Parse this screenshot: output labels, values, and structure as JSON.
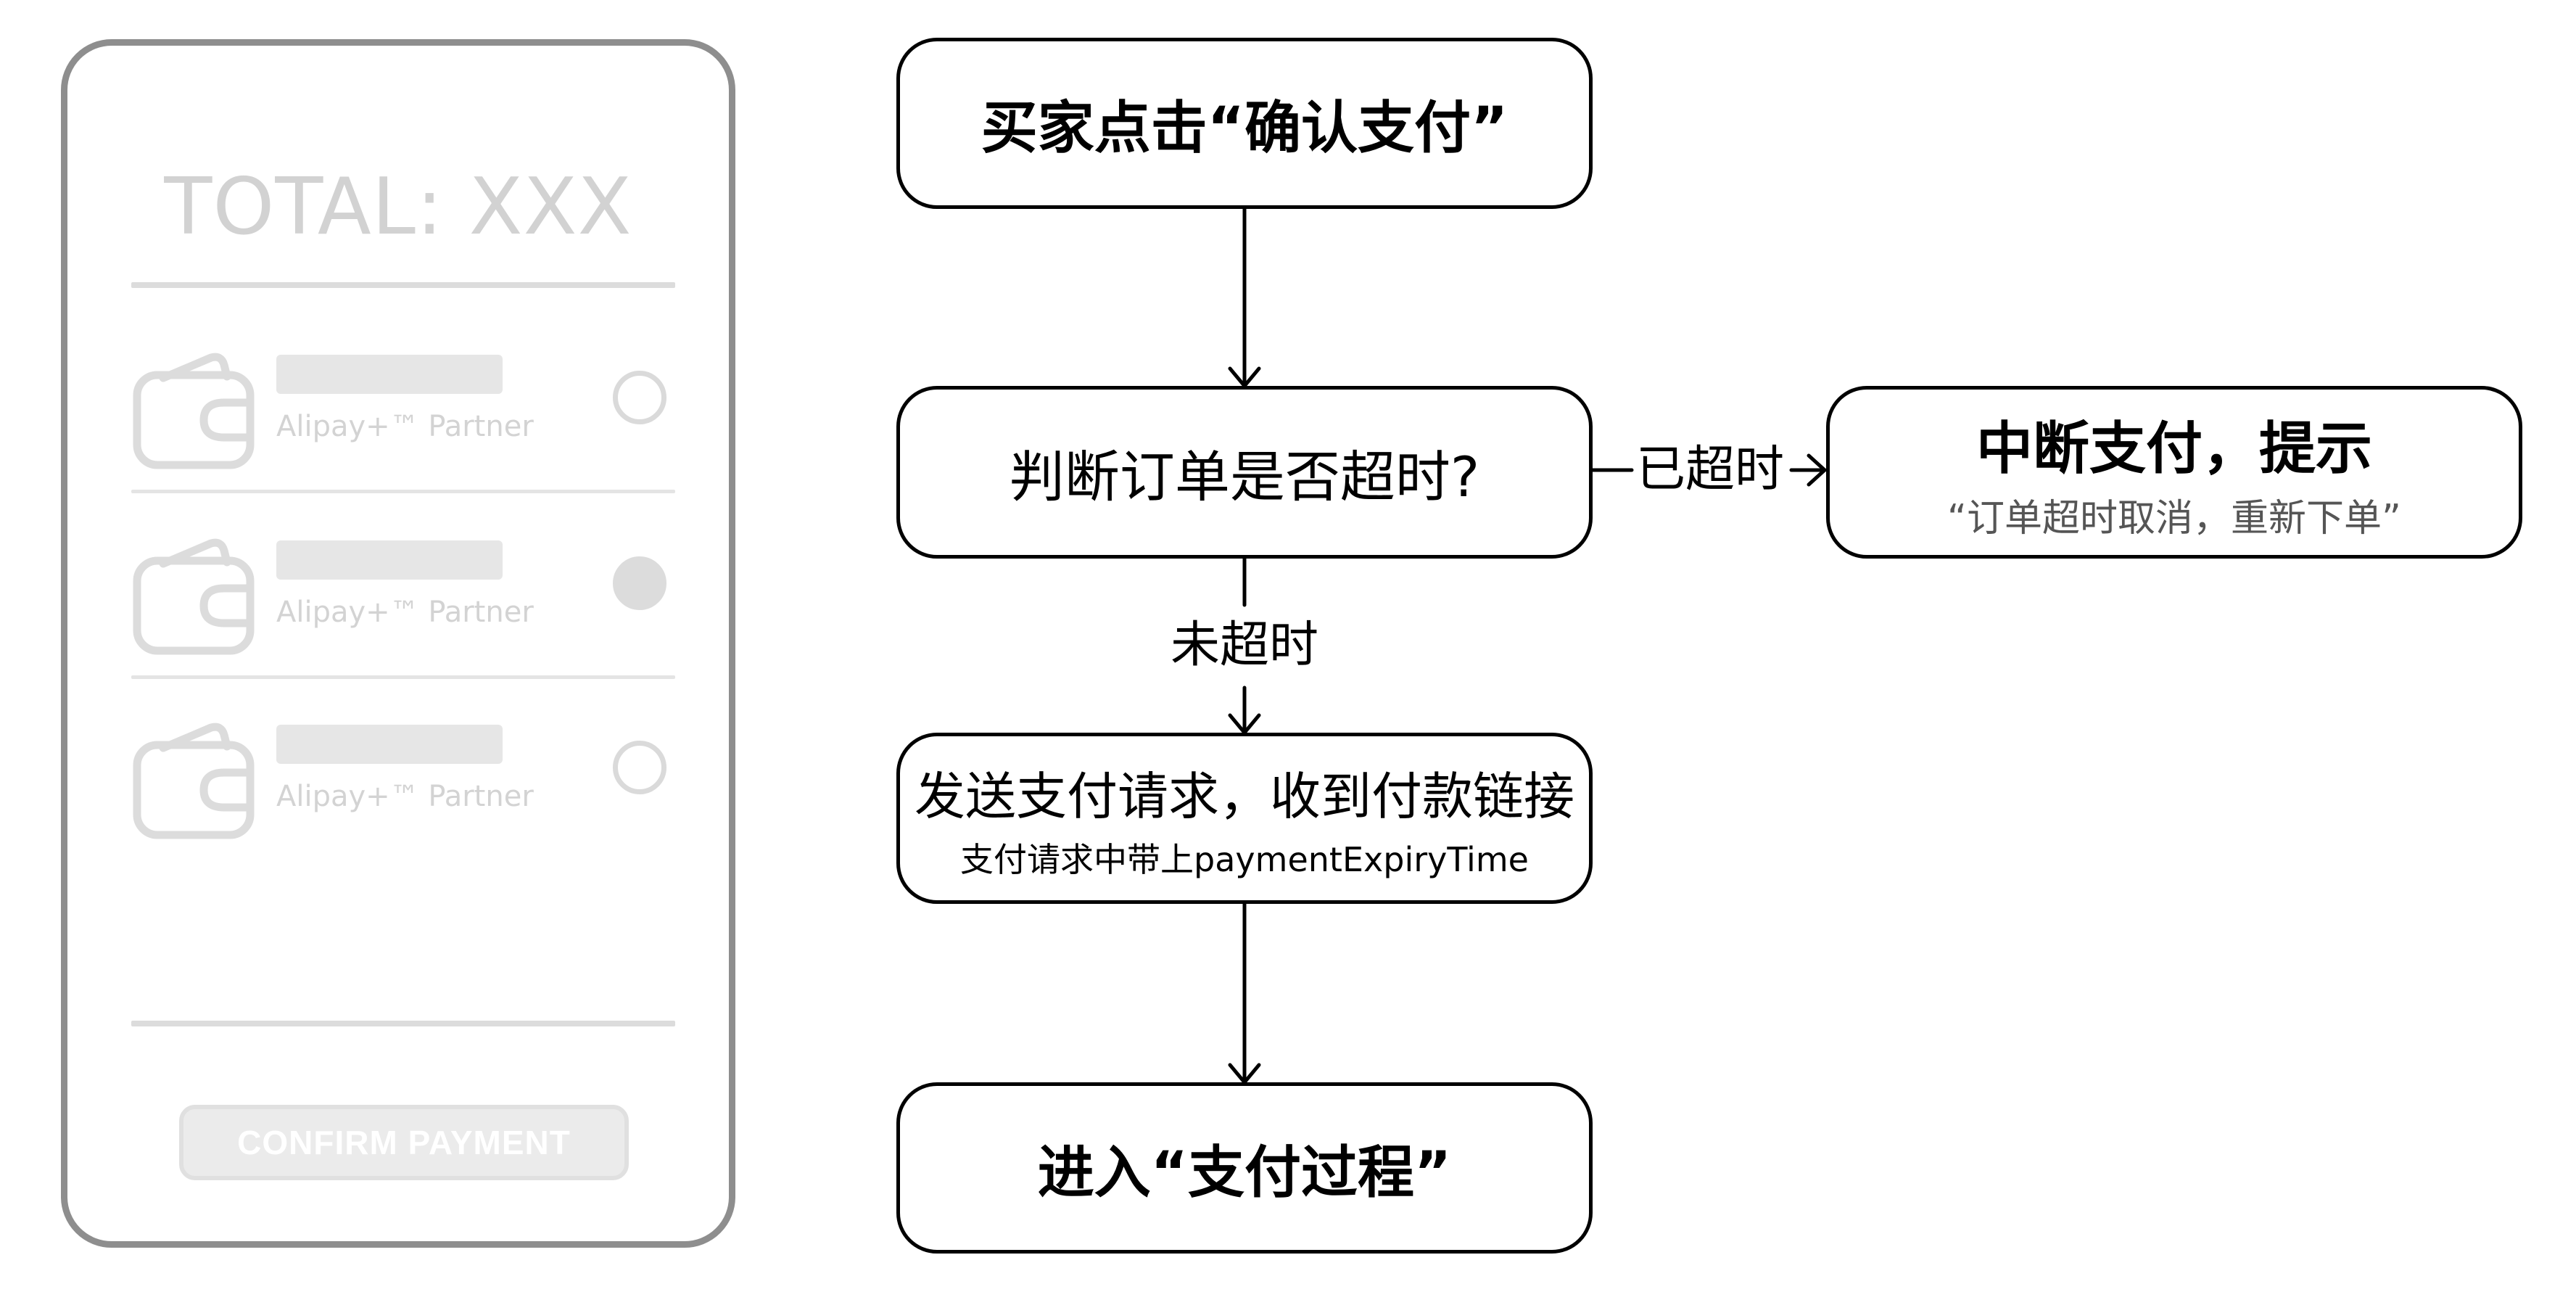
{
  "phone": {
    "total": "TOTAL: XXX",
    "payment_options": [
      {
        "partner": "Alipay+™ Partner",
        "selected": false
      },
      {
        "partner": "Alipay+™ Partner",
        "selected": true
      },
      {
        "partner": "Alipay+™ Partner",
        "selected": false
      }
    ],
    "confirm_label": "CONFIRM PAYMENT"
  },
  "flow": {
    "start": "买家点击“确认支付”",
    "check_timeout": "判断订单是否超时?",
    "timeout_edge": "已超时",
    "abort_title": "中断支付，提示",
    "abort_message": "“订单超时取消，重新下单”",
    "not_timeout_edge": "未超时",
    "send_request": "发送支付请求，收到付款链接",
    "send_request_note": "支付请求中带上paymentExpiryTime",
    "enter_payment": "进入“支付过程”"
  },
  "colors": {
    "phone_border": "#8e8e8e",
    "placeholder_grey": "#d2d2d2",
    "stroke": "#000000"
  }
}
